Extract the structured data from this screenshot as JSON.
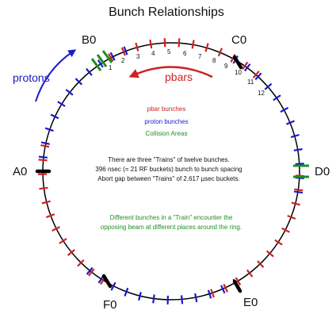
{
  "title": "Bunch Relationships",
  "stations": {
    "b0": "B0",
    "c0": "C0",
    "d0": "D0",
    "e0": "E0",
    "f0": "F0",
    "a0": "A0"
  },
  "beams": {
    "protons": "protons",
    "pbars": "pbars"
  },
  "bunch_numbers": [
    "1",
    "2",
    "3",
    "4",
    "5",
    "6",
    "7",
    "8",
    "9",
    "10",
    "11",
    "12"
  ],
  "legend": {
    "pbar": "pbar bunches",
    "proton": "proton bunches",
    "collision": "Collision Areas"
  },
  "info_lines": [
    "There are three \"Trains\" of twelve bunches.",
    "396 nsec (= 21 RF buckets) bunch to bunch spacing",
    "Abort gap between \"Trains\" of 2.617 µsec buckets."
  ],
  "note_lines": [
    "Different bunches in a \"Train\" encounter the",
    "opposing beam at different places around the ring."
  ],
  "colors": {
    "ring": "#000000",
    "pbar": "#cc2222",
    "proton": "#1a1acc",
    "collision": "#1f8f1f",
    "text": "#111111",
    "note": "#1f8f1f"
  }
}
